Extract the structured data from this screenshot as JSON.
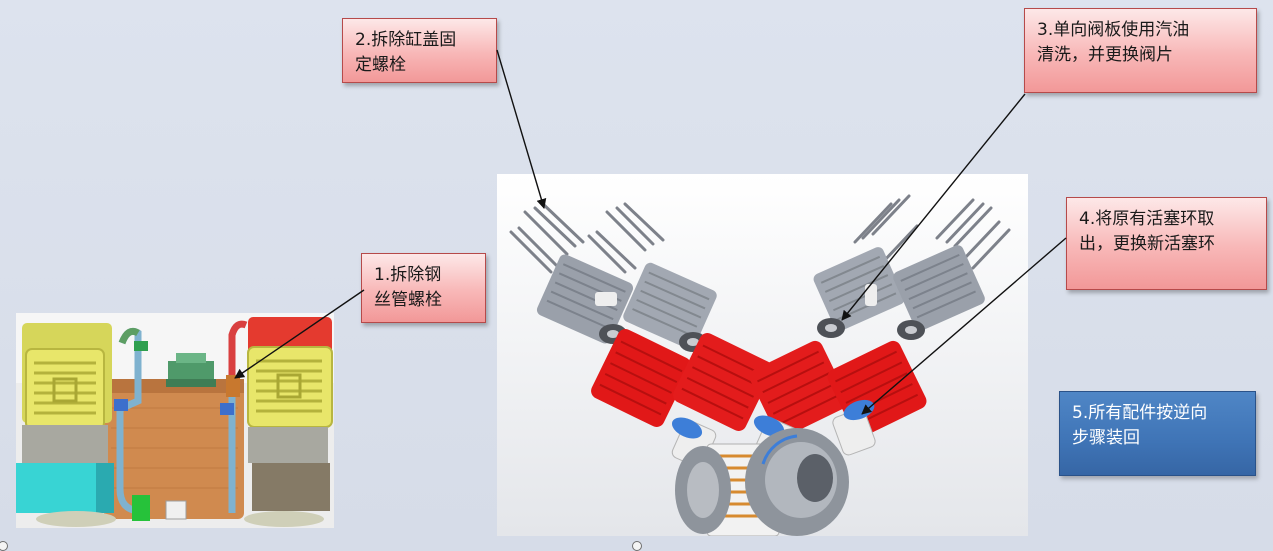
{
  "callouts": {
    "step1": {
      "line1": "1.拆除钢",
      "line2": "丝管螺栓"
    },
    "step2": {
      "line1": "2.拆除缸盖固",
      "line2": "定螺栓"
    },
    "step3": {
      "line1": "3.单向阀板使用汽油",
      "line2": "清洗，并更换阀片"
    },
    "step4": {
      "line1": "4.将原有活塞环取",
      "line2": "出，更换新活塞环"
    },
    "step5": {
      "line1": "5.所有配件按逆向",
      "line2": "步骤装回"
    }
  },
  "colors": {
    "callout_fill": "#f8b7b7",
    "callout_border": "#b64a4a",
    "final_step_fill": "#4379bb",
    "cylinder_red": "#e11818",
    "head_gray": "#9aa0aa",
    "slide_background": "#d9dfea"
  }
}
